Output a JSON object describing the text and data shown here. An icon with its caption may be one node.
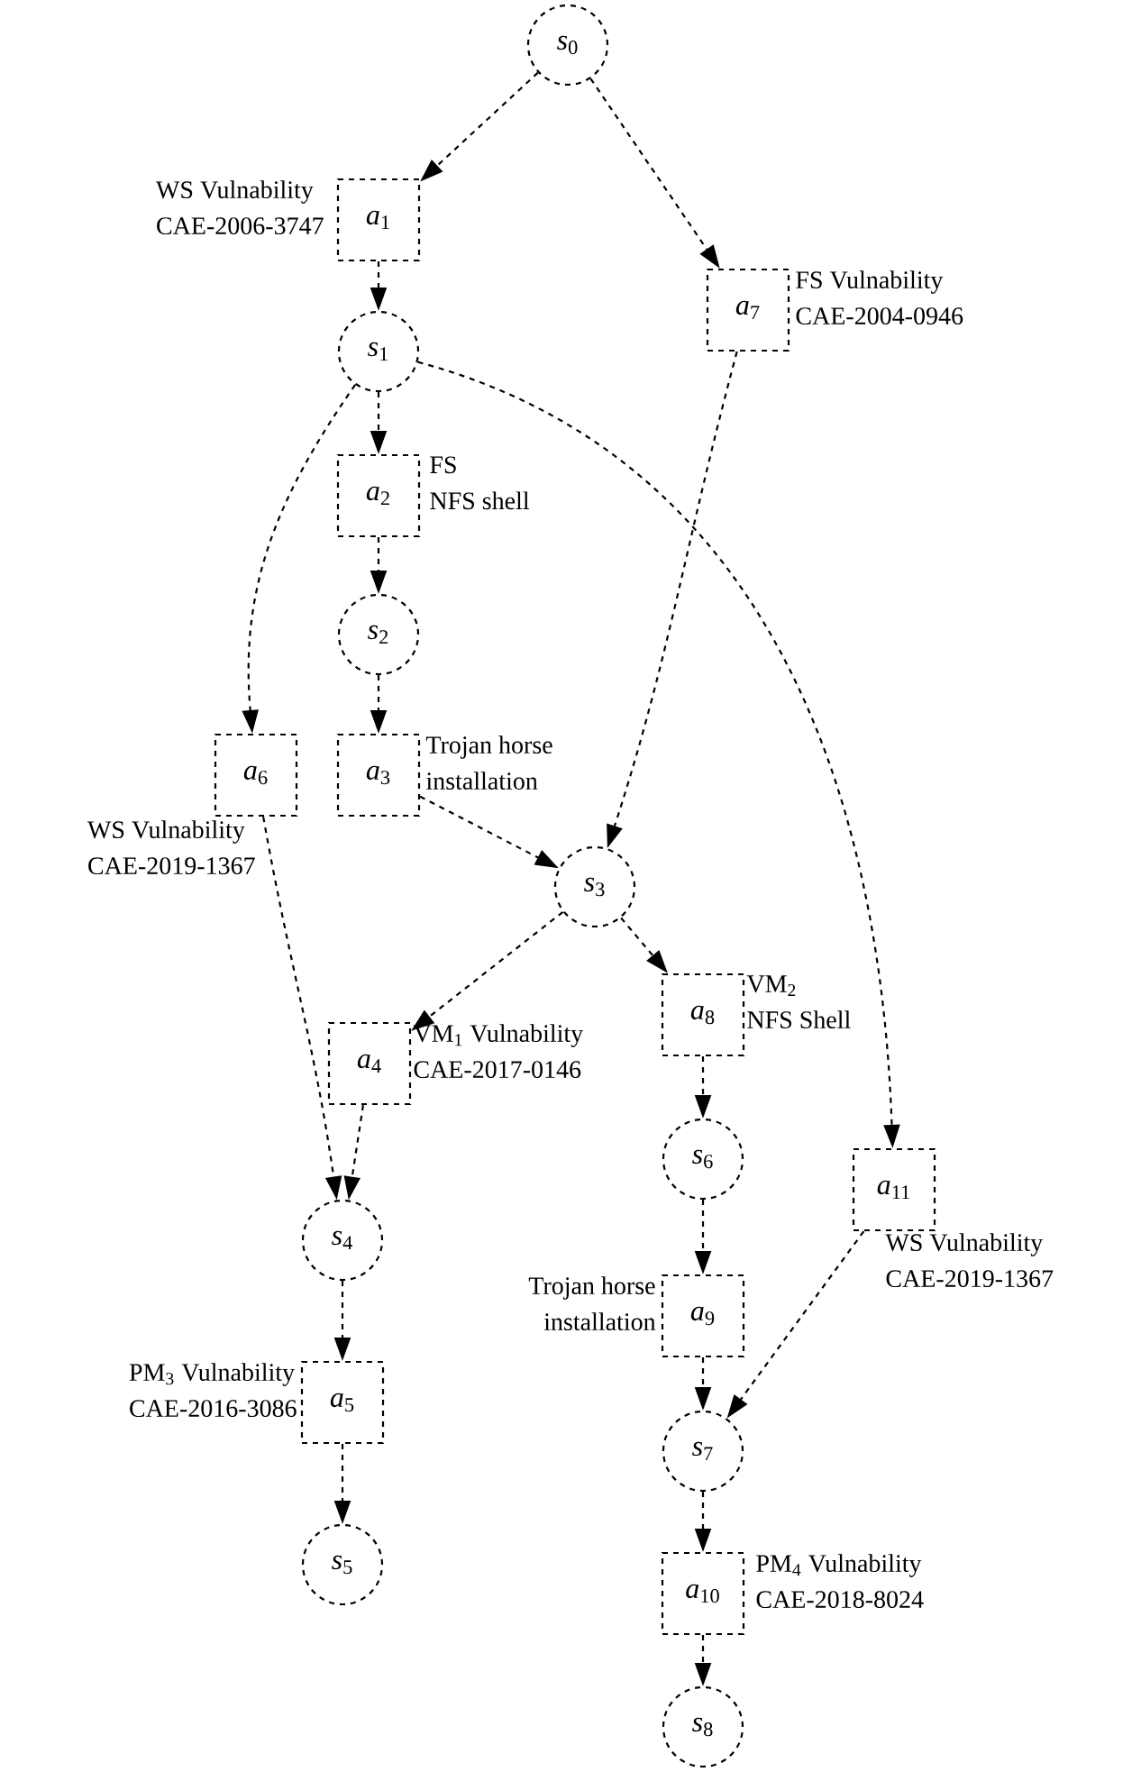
{
  "diagram": {
    "nodes": [
      {
        "text": [
          "*s*$_{0}$"
        ]
      },
      {
        "text": [
          "*a*$_{1}$"
        ],
        "beside": [
          "WS Vulnability",
          "CAE-2006-3747"
        ]
      },
      {
        "text": [
          "*a*$_{7}$"
        ],
        "beside": [
          "FS Vulnability",
          "CAE-2004-0946"
        ]
      },
      {
        "text": [
          "*s*$_{1}$"
        ]
      },
      {
        "text": [
          "*a*$_{2}$"
        ],
        "beside": [
          "FS",
          "NFS shell"
        ]
      },
      {
        "text": [
          "*s*$_{2}$"
        ]
      },
      {
        "text": [
          "*a*$_{6}$"
        ],
        "beside": [
          "WS Vulnability",
          "CAE-2019-1367"
        ]
      },
      {
        "text": [
          "*a*$_{3}$"
        ],
        "beside": [
          "Trojan horse",
          "installation"
        ]
      },
      {
        "text": [
          "*s*$_{3}$"
        ]
      },
      {
        "text": [
          "*a*$_{8}$"
        ],
        "beside": [
          "VM$_{2}$",
          "NFS Shell"
        ]
      },
      {
        "text": [
          "*a*$_{4}$"
        ],
        "beside": [
          "VM$_{1}$ Vulnability",
          "CAE-2017-0146"
        ]
      },
      {
        "text": [
          "*s*$_{6}$"
        ]
      },
      {
        "text": [
          "*a*$_{11}$"
        ],
        "beside": [
          "WS Vulnability",
          "CAE-2019-1367"
        ]
      },
      {
        "text": [
          "*s*$_{4}$"
        ]
      },
      {
        "text": [
          "*a*$_{9}$"
        ],
        "beside": [
          "Trojan horse",
          "installation"
        ]
      },
      {
        "text": [
          "*a*$_{5}$"
        ],
        "beside": [
          "PM$_{3}$ Vulnability",
          "CAE-2016-3086"
        ]
      },
      {
        "text": [
          "*s*$_{7}$"
        ]
      },
      {
        "text": [
          "*s*$_{5}$"
        ]
      },
      {
        "text": [
          "*a*$_{10}$"
        ],
        "beside": [
          "PM$_{4}$ Vulnability",
          "CAE-2018-8024"
        ]
      },
      {
        "text": [
          "*s*$_{8}$"
        ]
      }
    ],
    "edges": [
      {
        "from": 0,
        "to": 1,
        "arrow": "to",
        "style": "dashed"
      },
      {
        "from": 0,
        "to": 2,
        "arrow": "to",
        "style": "dashed"
      },
      {
        "from": 1,
        "to": 3,
        "arrow": "to",
        "style": "dashed"
      },
      {
        "from": 3,
        "to": 4,
        "arrow": "to",
        "style": "dashed"
      },
      {
        "from": 3,
        "to": 6,
        "arrow": "to",
        "style": "dashed"
      },
      {
        "from": 3,
        "to": 12,
        "arrow": "to",
        "style": "dashed"
      },
      {
        "from": 4,
        "to": 5,
        "arrow": "to",
        "style": "dashed"
      },
      {
        "from": 5,
        "to": 7,
        "arrow": "to",
        "style": "dashed"
      },
      {
        "from": 2,
        "to": 8,
        "arrow": "to",
        "style": "dashed"
      },
      {
        "from": 7,
        "to": 8,
        "arrow": "to",
        "style": "dashed"
      },
      {
        "from": 8,
        "to": 10,
        "arrow": "to",
        "style": "dashed"
      },
      {
        "from": 8,
        "to": 9,
        "arrow": "to",
        "style": "dashed"
      },
      {
        "from": 6,
        "to": 13,
        "arrow": "to",
        "style": "dashed"
      },
      {
        "from": 10,
        "to": 13,
        "arrow": "to",
        "style": "dashed"
      },
      {
        "from": 9,
        "to": 11,
        "arrow": "to",
        "style": "dashed"
      },
      {
        "from": 11,
        "to": 14,
        "arrow": "to",
        "style": "dashed"
      },
      {
        "from": 14,
        "to": 16,
        "arrow": "to",
        "style": "dashed"
      },
      {
        "from": 12,
        "to": 16,
        "arrow": "to",
        "style": "dashed"
      },
      {
        "from": 13,
        "to": 15,
        "arrow": "to",
        "style": "dashed"
      },
      {
        "from": 15,
        "to": 17,
        "arrow": "to",
        "style": "dashed"
      },
      {
        "from": 16,
        "to": 18,
        "arrow": "to",
        "style": "dashed"
      },
      {
        "from": 18,
        "to": 19,
        "arrow": "to",
        "style": "dashed"
      }
    ]
  }
}
